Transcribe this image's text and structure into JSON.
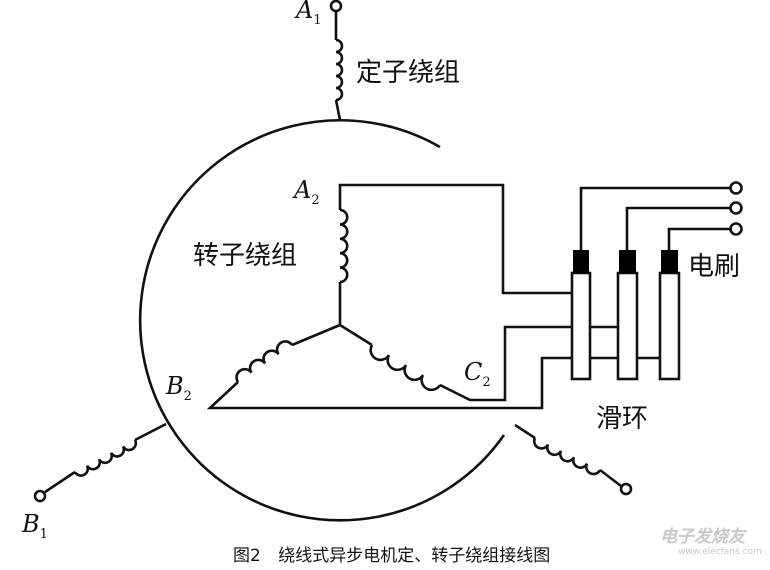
{
  "labels": {
    "a1": "A",
    "a1_sub": "1",
    "a2": "A",
    "a2_sub": "2",
    "b1": "B",
    "b1_sub": "1",
    "b2": "B",
    "b2_sub": "2",
    "c2": "C",
    "c2_sub": "2",
    "stator_winding": "定子绕组",
    "rotor_winding": "转子绕组",
    "brush": "电刷",
    "slip_ring": "滑环"
  },
  "caption": "图2 绕线式异步电机定、转子绕组接线图",
  "watermark": {
    "text": "电子发烧友",
    "url": "www.elecfans.com"
  },
  "colors": {
    "line": "#111111",
    "brush": "#000000"
  }
}
